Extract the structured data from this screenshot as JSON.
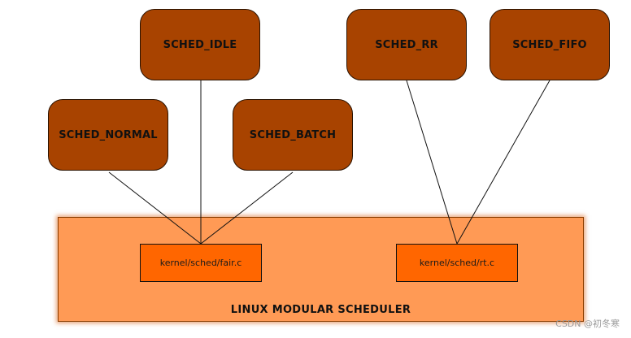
{
  "policies": {
    "idle": "SCHED_IDLE",
    "normal": "SCHED_NORMAL",
    "batch": "SCHED_BATCH",
    "rr": "SCHED_RR",
    "fifo": "SCHED_FIFO"
  },
  "scheduler": {
    "title": "LINUX MODULAR SCHEDULER",
    "files": {
      "fair": "kernel/sched/fair.c",
      "rt": "kernel/sched/rt.c"
    }
  },
  "watermark": "CSDN @初冬寒",
  "colors": {
    "policy_fill": "#a84300",
    "scheduler_fill": "#ff9a55",
    "file_fill": "#ff6600"
  }
}
